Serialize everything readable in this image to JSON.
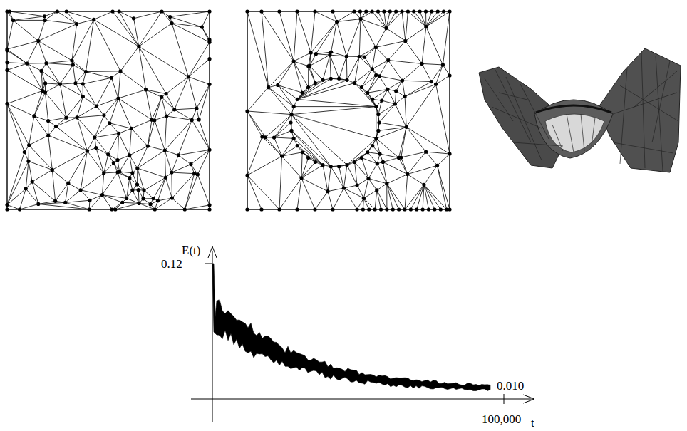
{
  "diagram": {
    "labels": [
      "E(t)",
      "0.12",
      "0.010",
      "100,000",
      "t"
    ]
  }
}
